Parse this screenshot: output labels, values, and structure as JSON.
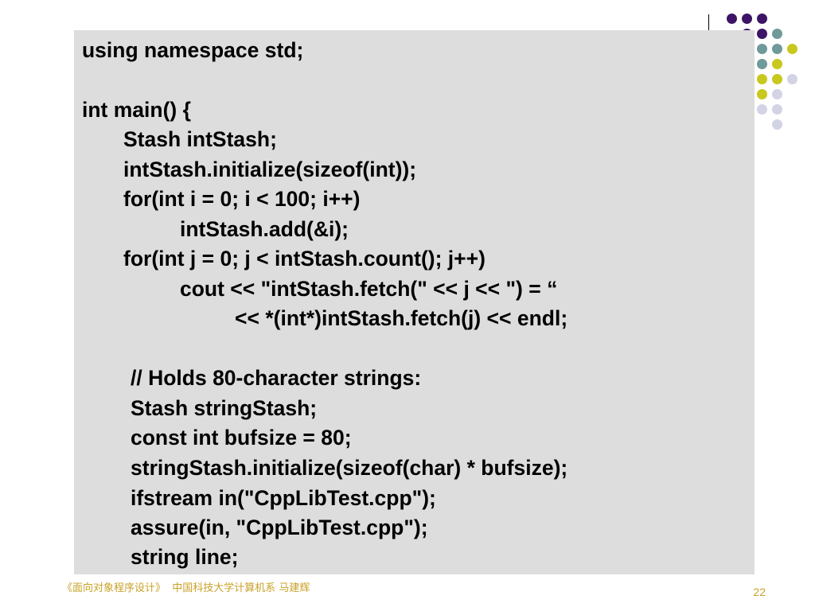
{
  "colors": {
    "purple": "#3d1466",
    "teal": "#6f9a99",
    "yellow": "#c8c81e",
    "lavender": "#d3d3e6",
    "code_bg": "#dddddd",
    "footer": "#c9a227"
  },
  "decoration": {
    "dot_colors": [
      "purple",
      "purple",
      "purple",
      "purple",
      "purple",
      "teal",
      "teal",
      "teal",
      "yellow",
      "teal",
      "yellow",
      "yellow",
      "yellow",
      "lavender",
      "yellow",
      "lavender",
      "lavender",
      "lavender",
      "lavender"
    ]
  },
  "code": {
    "lines": [
      "using namespace std;",
      "",
      "int main() {",
      "Stash intStash;",
      "intStash.initialize(sizeof(int));",
      "for(int i = 0; i < 100; i++)",
      "intStash.add(&i);",
      "for(int j = 0; j < intStash.count(); j++)",
      "cout << \"intStash.fetch(\" << j << \") = “",
      "<< *(int*)intStash.fetch(j) << endl;",
      "",
      "// Holds 80-character strings:",
      "Stash stringStash;",
      "const int bufsize = 80;",
      "stringStash.initialize(sizeof(char) * bufsize);",
      "ifstream in(\"CppLibTest.cpp\");",
      "assure(in, \"CppLibTest.cpp\");",
      "string line;"
    ]
  },
  "footer": {
    "course": "《面向对象程序设计》  中国科技大学计算机系 马建辉",
    "page": "22"
  }
}
